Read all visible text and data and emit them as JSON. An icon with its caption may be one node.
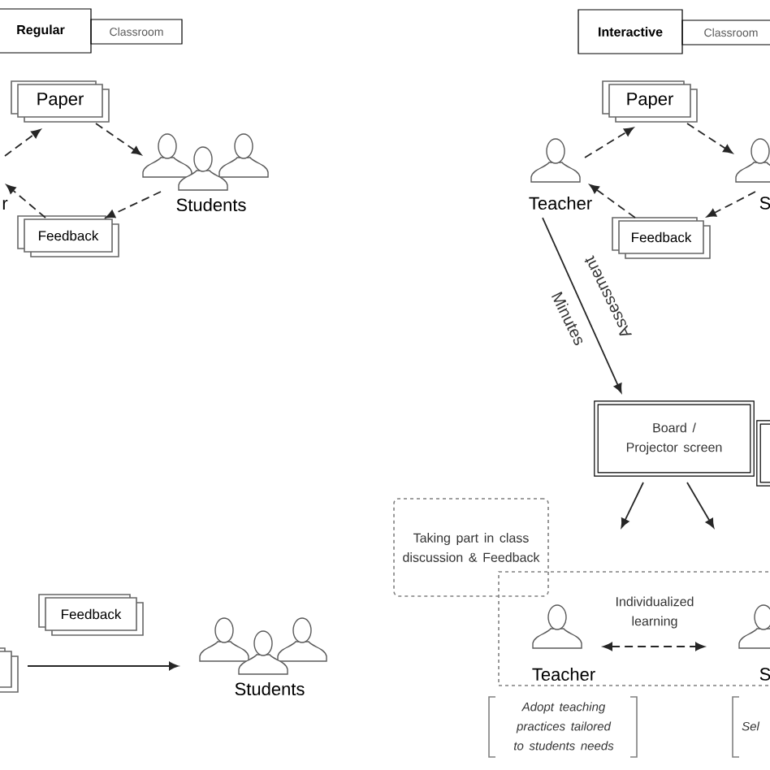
{
  "diagram": {
    "nodes": [
      {
        "text": [
          "Regular"
        ]
      },
      {
        "text": [
          "Classroom"
        ]
      },
      {
        "text": [
          "Paper"
        ]
      },
      {
        "text": [
          "Students"
        ]
      },
      {
        "text": [
          "Feedback"
        ]
      },
      {
        "text": [
          "r"
        ]
      },
      {
        "text": [],
        "shape": "box"
      },
      {
        "text": [
          "Feedback"
        ]
      },
      {
        "text": [
          "Students"
        ]
      },
      {
        "text": [
          "Interactive"
        ]
      },
      {
        "text": [
          "Classroom"
        ]
      },
      {
        "text": [
          "Paper"
        ]
      },
      {
        "text": [
          "Teacher"
        ]
      },
      {
        "text": [
          "S"
        ]
      },
      {
        "text": [
          "Feedback"
        ]
      },
      {
        "text": [
          "Board / Projector screen"
        ]
      },
      {
        "text": [],
        "shape": "box"
      },
      {
        "text": [
          "Taking part in class discussion & Feedback"
        ]
      },
      {
        "text": [],
        "shape": "box"
      },
      {
        "text": [
          "Teacher"
        ],
        "in": 18
      },
      {
        "text": [
          "S"
        ],
        "in": 18
      }
    ],
    "edges": [
      {
        "from": 5,
        "to": 2,
        "arrow": "to",
        "style": "dashed"
      },
      {
        "from": 2,
        "to": 3,
        "arrow": "to",
        "style": "dashed"
      },
      {
        "from": 3,
        "to": 4,
        "arrow": "to",
        "style": "dashed"
      },
      {
        "from": 4,
        "to": 5,
        "arrow": "to",
        "style": "dashed"
      },
      {
        "from": 6,
        "to": 8,
        "arrow": "to"
      },
      {
        "from": 12,
        "to": 11,
        "arrow": "to",
        "style": "dashed"
      },
      {
        "from": 11,
        "to": 13,
        "arrow": "to",
        "style": "dashed"
      },
      {
        "from": 13,
        "to": 14,
        "arrow": "to",
        "style": "dashed"
      },
      {
        "from": 14,
        "to": 12,
        "arrow": "to",
        "style": "dashed"
      },
      {
        "from": 12,
        "to": 15,
        "arrow": "to",
        "label": "Minutes"
      },
      {
        "from": 15,
        "to": null,
        "arrow": "to"
      },
      {
        "from": 15,
        "to": null,
        "arrow": "to"
      },
      {
        "from": 19,
        "to": 20,
        "arrow": "both",
        "style": "dashed",
        "label": "Individualized learning"
      }
    ],
    "labels": [
      "Assessment",
      "Adopt teaching practices tailored to students needs",
      "Sel"
    ]
  }
}
